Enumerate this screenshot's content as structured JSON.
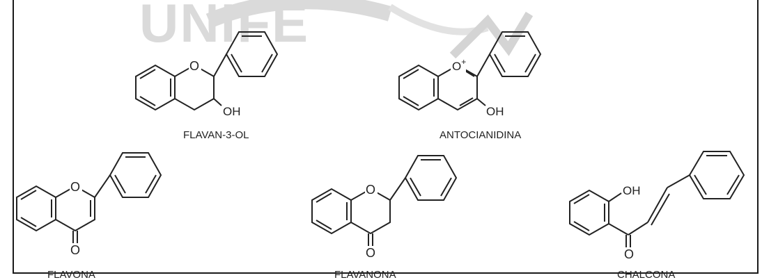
{
  "watermark": {
    "text": "UNIFE",
    "color": "#d8d8d8"
  },
  "colors": {
    "ink": "#222222",
    "frame": "#1a1a1a"
  },
  "compounds": [
    {
      "label": "FLAVAN-3-OL",
      "hetero": "O",
      "substituent": "OH"
    },
    {
      "label": "ANTOCIANIDINA",
      "hetero": "O+",
      "substituent": "OH"
    },
    {
      "label": "FLAVONA",
      "hetero": "O",
      "carbonyl": "O"
    },
    {
      "label": "FLAVANONA",
      "hetero": "O",
      "carbonyl": "O"
    },
    {
      "label": "CHALCONA",
      "substituent": "OH",
      "carbonyl": "O"
    }
  ]
}
